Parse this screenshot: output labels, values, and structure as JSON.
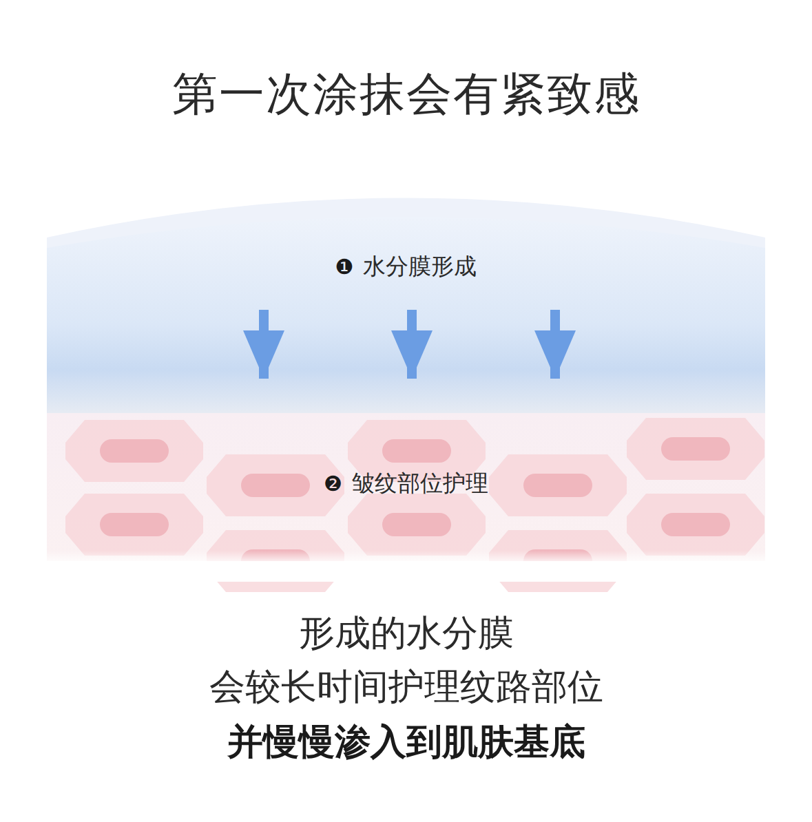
{
  "diagram": {
    "title": "第一次涂抹会有紧致感",
    "caption": "形成的水分膜 会较长时间护理纹路部位",
    "nodes": [
      {
        "text": [
          "水分膜形成"
        ]
      },
      {
        "text": [
          "皱纹部位护理"
        ]
      }
    ],
    "edges": [
      {
        "from": 0,
        "to": 1,
        "arrow": "to"
      },
      {
        "from": 0,
        "to": 1,
        "arrow": "to"
      },
      {
        "from": 0,
        "to": 1,
        "arrow": "to"
      }
    ],
    "labels": [
      "❶",
      "❷",
      "并慢慢渗入到肌肤基底"
    ]
  }
}
